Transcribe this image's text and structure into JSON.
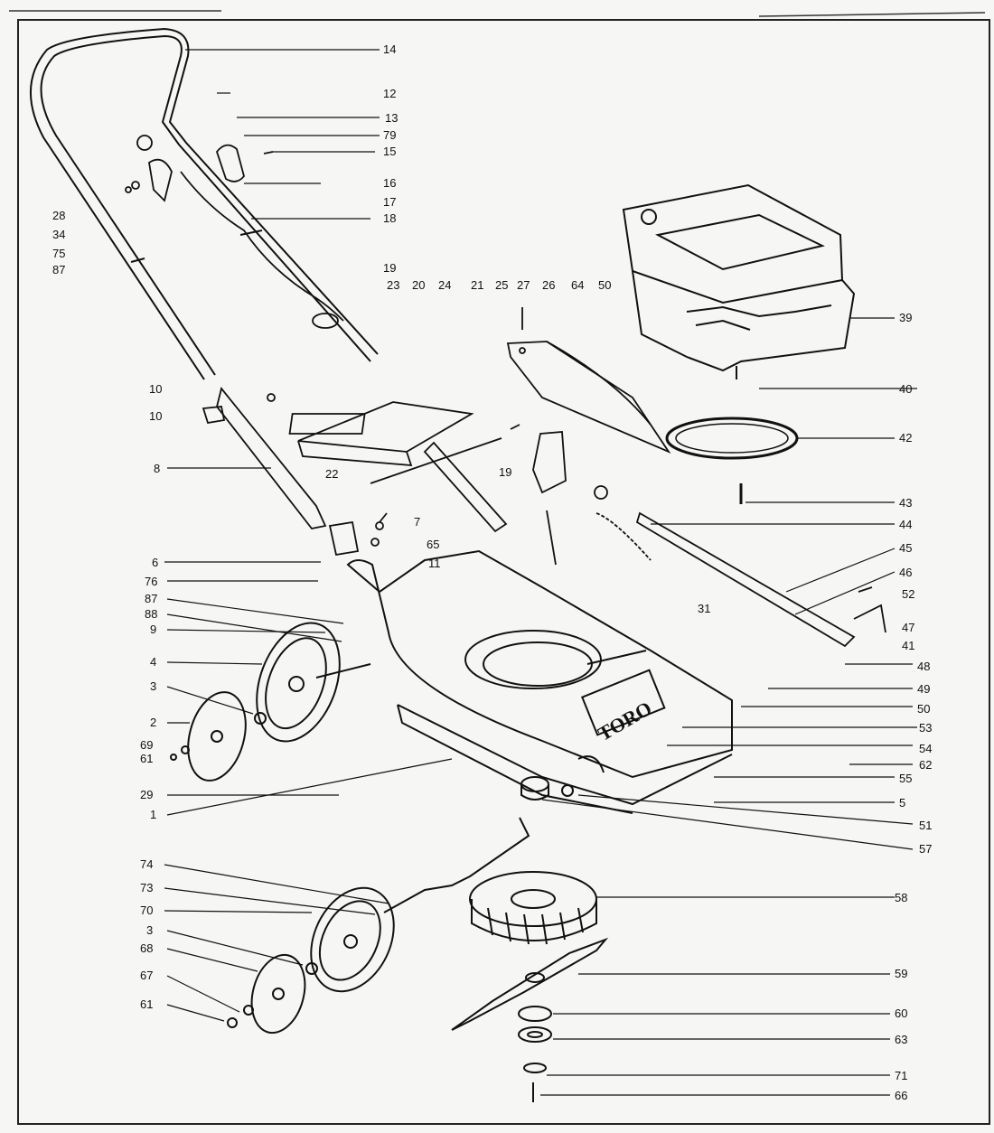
{
  "diagram": {
    "brand_label": "TORO",
    "engine_label": "",
    "part_numbers": {
      "handle": "14",
      "handle_knob_upper": "12",
      "handle_knob": "13",
      "cable_clip": "79",
      "screw_15": "15",
      "control_bracket": "16",
      "part_17": "17",
      "control_cable": "18",
      "cable_end": "19",
      "lever_assembly_28": "28",
      "washer_34": "34",
      "nut_75": "75",
      "bolt_87_top": "87",
      "grass_deflector": "23",
      "deflector_plate": "20",
      "deflector_rod_24": "24",
      "deflector_rod_21": "21",
      "spring_pin_25": "25",
      "screw_27": "27",
      "shield_26": "26",
      "shield_64": "64",
      "bolt_50_top": "50",
      "rod_22": "22",
      "clip_19_mid": "19",
      "engine": "39",
      "engine_bolt_40": "40",
      "spacer_ring": "42",
      "engine_bolt_43": "43",
      "spring_44": "44",
      "height_bar": "45",
      "bracket_46": "46",
      "screw_52": "52",
      "bracket_47": "47",
      "pin_41": "41",
      "bar_48": "48",
      "part_31": "31",
      "part_49": "49",
      "knob_50": "50",
      "label_53": "53",
      "decal_54": "54",
      "clip_62": "62",
      "clip_55": "55",
      "screw_5": "5",
      "bolt_51": "51",
      "adapter_57": "57",
      "fan_58": "58",
      "blade": "59",
      "washer_60": "60",
      "washer_63": "63",
      "washer_71": "71",
      "blade_bolt_66": "66",
      "pivot_10a": "10",
      "pivot_10b": "10",
      "handle_bracket": "8",
      "height_block": "6",
      "bolt_7": "7",
      "nut_65": "65",
      "part_11": "11",
      "screw_76": "76",
      "washer_87_mid": "87",
      "nut_88": "88",
      "bushing_9": "9",
      "rear_wheel": "4",
      "hub_spacer_3_top": "3",
      "hubcap_2": "2",
      "washer_69": "69",
      "nut_61_top": "61",
      "deck_29": "29",
      "deck_1": "1",
      "axle_74": "74",
      "bolt_73": "73",
      "front_wheel": "70",
      "hub_spacer_3_bottom": "3",
      "hubcap_68": "68",
      "washer_67": "67",
      "nut_61_bottom": "61"
    }
  }
}
